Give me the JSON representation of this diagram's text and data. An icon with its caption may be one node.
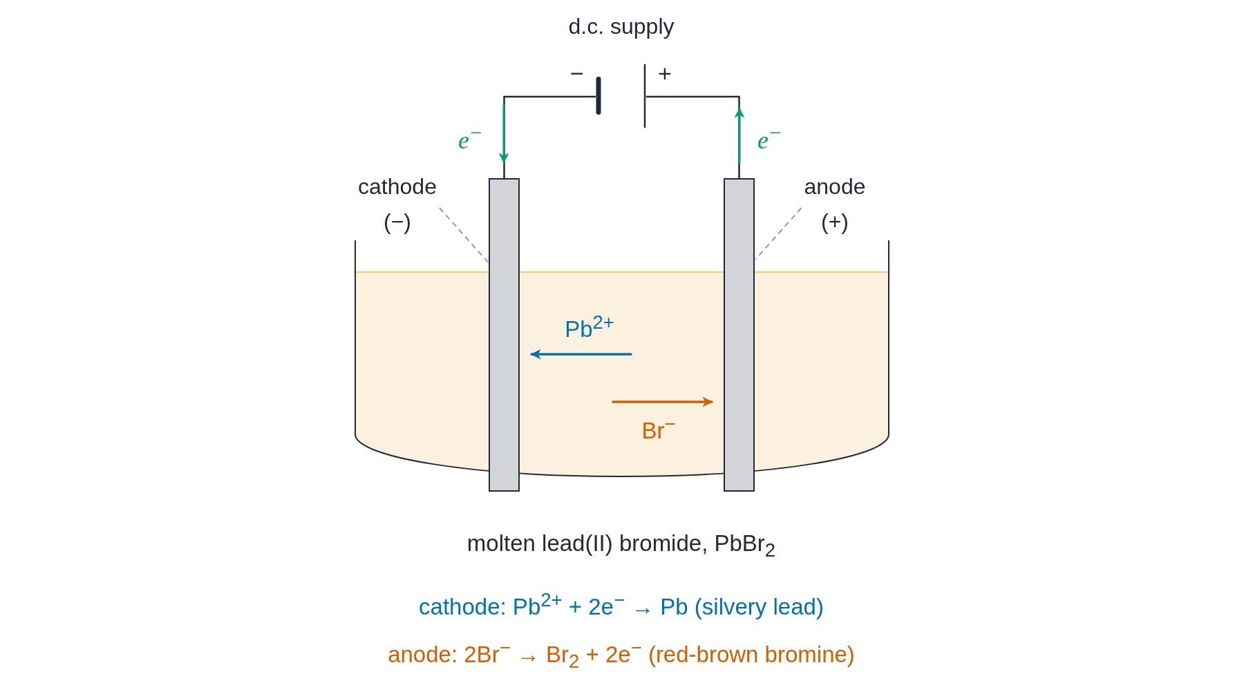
{
  "diagram": {
    "nodes": [
      {
        "text": [
          "d.c. supply",
          "−",
          "+"
        ]
      },
      {
        "text": [
          "cathode (−)"
        ]
      },
      {
        "text": [],
        "shape": "bar"
      },
      {
        "text": [],
        "shape": "bar"
      },
      {
        "text": [
          "anode (+)"
        ]
      }
    ],
    "edges": [
      {
        "from": 0,
        "to": 2,
        "arrow": "none"
      },
      {
        "from": 0,
        "to": 3,
        "arrow": "none"
      },
      {
        "from": 1,
        "to": 2,
        "arrow": "none",
        "style": "dashed",
        "color": "#8b8f96"
      },
      {
        "from": 4,
        "to": 3,
        "arrow": "none",
        "style": "dashed",
        "color": "#8b8f96"
      }
    ],
    "labels": [
      "e$^{−}$",
      "e$^{−}$",
      "Pb$^{2+}$",
      "Br$^{−}$",
      "molten lead(II) bromide, PbBr$_{2}$",
      "cathode: Pb$^{2+}$ + 2e$^{−}$ → Pb (silvery lead)",
      "anode: 2Br$^{−}$ → Br$_{2}$ + 2e$^{−}$ (red-brown bromine)"
    ]
  }
}
